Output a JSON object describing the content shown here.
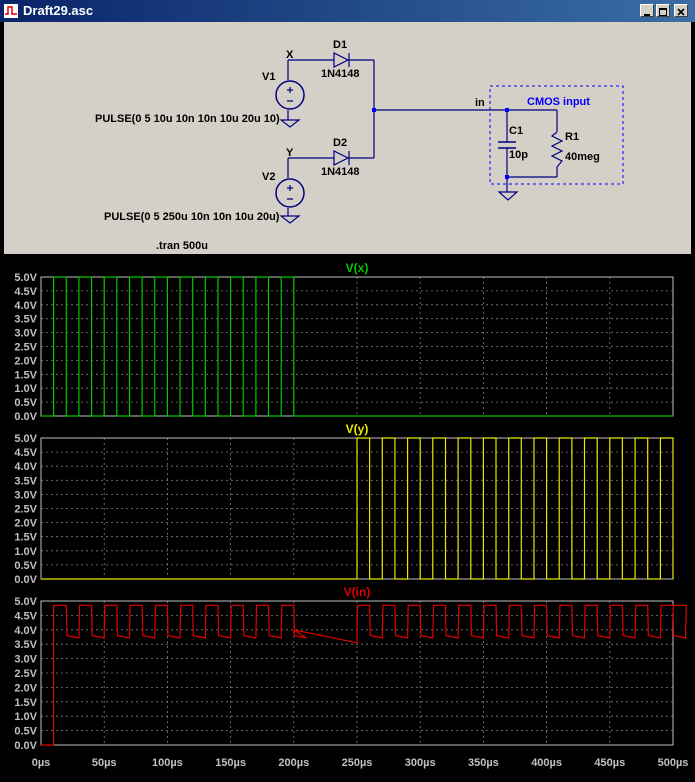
{
  "window": {
    "title": "Draft29.asc"
  },
  "schematic": {
    "labels": {
      "net_x": "X",
      "net_y": "Y",
      "net_in": "in",
      "v1": "V1",
      "v2": "V2",
      "d1": "D1",
      "d2": "D2",
      "d1_model": "1N4148",
      "d2_model": "1N4148",
      "c1": "C1",
      "c1_value": "10p",
      "r1": "R1",
      "r1_value": "40meg",
      "box_label": "CMOS input",
      "v1_pulse": "PULSE(0 5 10u 10n 10n 10u 20u 10)",
      "v2_pulse": "PULSE(0 5 250u 10n 10n 10u 20u)",
      "tran": ".tran 500u"
    }
  },
  "plot_axis": {
    "y_ticks": [
      "5.0V",
      "4.5V",
      "4.0V",
      "3.5V",
      "3.0V",
      "2.5V",
      "2.0V",
      "1.5V",
      "1.0V",
      "0.5V",
      "0.0V"
    ],
    "x_ticks": [
      "0µs",
      "50µs",
      "100µs",
      "150µs",
      "200µs",
      "250µs",
      "300µs",
      "350µs",
      "400µs",
      "450µs",
      "500µs"
    ]
  },
  "chart_data": [
    {
      "type": "line",
      "title": "V(x)",
      "color": "#00c800",
      "xlabel": "",
      "ylabel": "",
      "xlim": [
        0,
        500
      ],
      "ylim": [
        0,
        5
      ],
      "grid": true,
      "series": [
        {
          "name": "V(x)",
          "waveform": "pulse",
          "low": 0,
          "high": 5,
          "delay_us": 10,
          "on_us": 10,
          "period_us": 20,
          "cycles": 10
        }
      ]
    },
    {
      "type": "line",
      "title": "V(y)",
      "color": "#e8e800",
      "xlabel": "",
      "ylabel": "",
      "xlim": [
        0,
        500
      ],
      "ylim": [
        0,
        5
      ],
      "grid": true,
      "series": [
        {
          "name": "V(y)",
          "waveform": "pulse",
          "low": 0,
          "high": 5,
          "delay_us": 250,
          "on_us": 10,
          "period_us": 20,
          "cycles": 13
        }
      ]
    },
    {
      "type": "line",
      "title": "V(in)",
      "color": "#e00000",
      "xlabel": "",
      "ylabel": "",
      "xlim": [
        0,
        500
      ],
      "ylim": [
        0,
        5
      ],
      "grid": true,
      "series": [
        {
          "name": "V(in)",
          "waveform": "rectified",
          "high": 4.85,
          "low": 3.8,
          "sag_to": 3.55
        }
      ]
    }
  ]
}
